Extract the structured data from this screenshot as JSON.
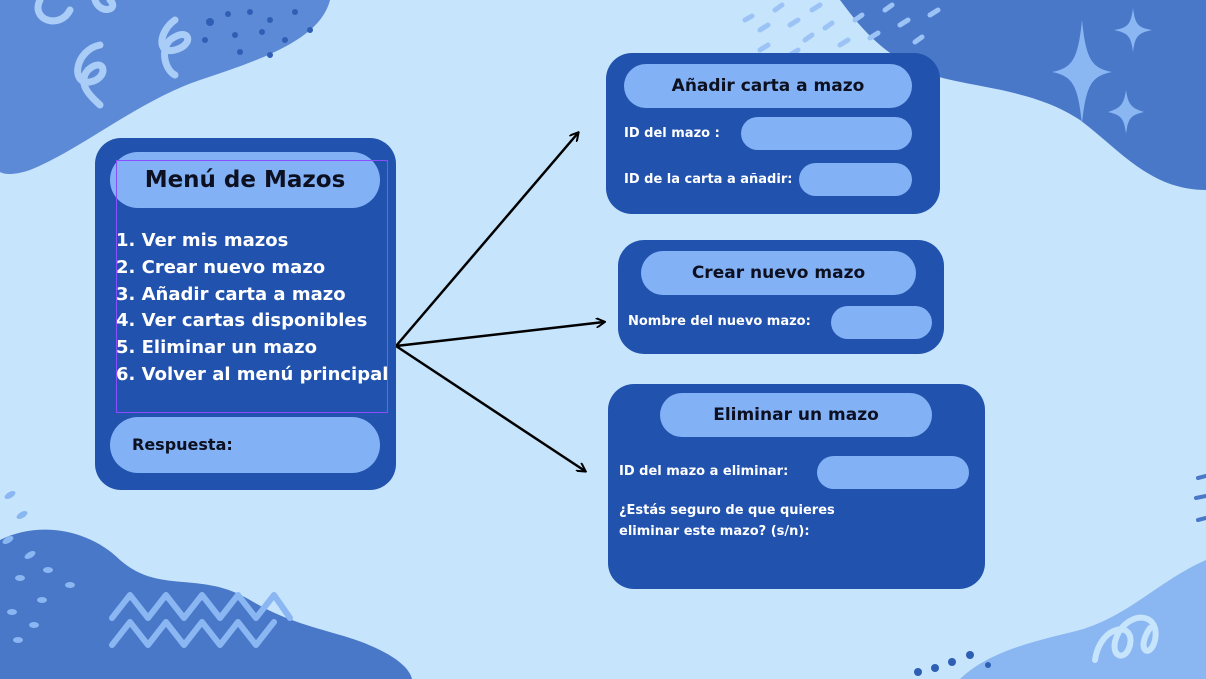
{
  "menu": {
    "title": "Menú de Mazos",
    "items": [
      "1. Ver mis mazos",
      "2. Crear nuevo mazo",
      "3. Añadir carta a mazo",
      "4. Ver cartas disponibles",
      "5. Eliminar un mazo",
      "6. Volver al menú principal"
    ],
    "answer_label": "Respuesta:"
  },
  "add_card": {
    "title": "Añadir carta a mazo",
    "deck_id_label": "ID del mazo  :",
    "card_id_label": "ID de la carta a añadir:"
  },
  "create_deck": {
    "title": "Crear nuevo mazo",
    "name_label": "Nombre del nuevo mazo:"
  },
  "delete_deck": {
    "title": "Eliminar un mazo",
    "deck_id_label": "ID del mazo a eliminar:",
    "confirm_line1": "¿Estás seguro de que quieres",
    "confirm_line2": "eliminar este mazo? (s/n):"
  },
  "colors": {
    "background": "#c6e4fb",
    "panel": "#2152ae",
    "pill": "#82b1f5",
    "blob_dark": "#4a78c9",
    "blob_light": "#8ab6f2"
  }
}
